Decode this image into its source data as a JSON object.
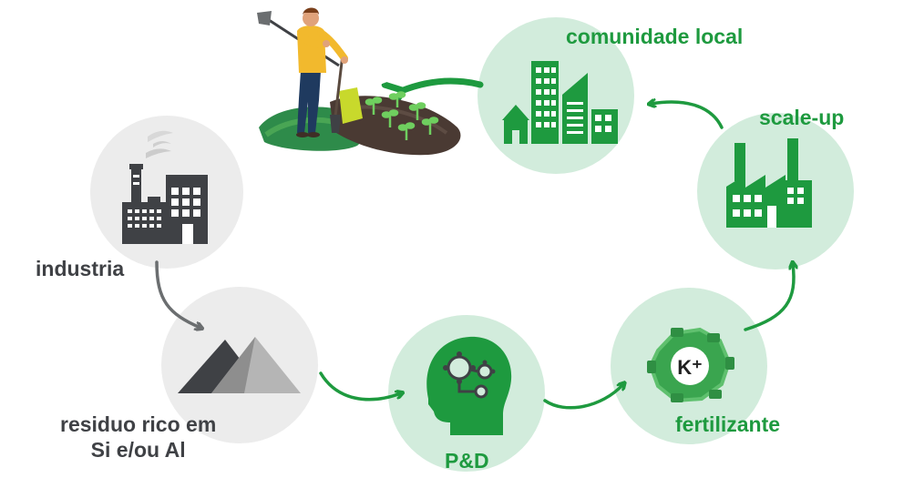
{
  "labels": {
    "industria": "industria",
    "residuo_line1": "residuo rico em",
    "residuo_line2": "Si e/ou Al",
    "pd": "P&D",
    "fertilizante": "fertilizante",
    "scale_up": "scale-up",
    "comunidade": "comunidade local",
    "potassium": "K⁺"
  },
  "colors": {
    "gray_circle": "#ececec",
    "green_circle": "#d2ecdc",
    "green": "#1e9a3f",
    "dark_gray": "#3f4145",
    "arrow_gray": "#6b6e70",
    "arrow_green": "#1e9a3f"
  },
  "icons": {
    "industria": "factory-icon",
    "residuo": "mountains-icon",
    "pd": "head-gears-icon",
    "fertilizante": "potassium-gear-icon",
    "scale_up": "green-factory-icon",
    "comunidade": "city-buildings-icon",
    "farmer": "farmer-planting-illustration"
  }
}
